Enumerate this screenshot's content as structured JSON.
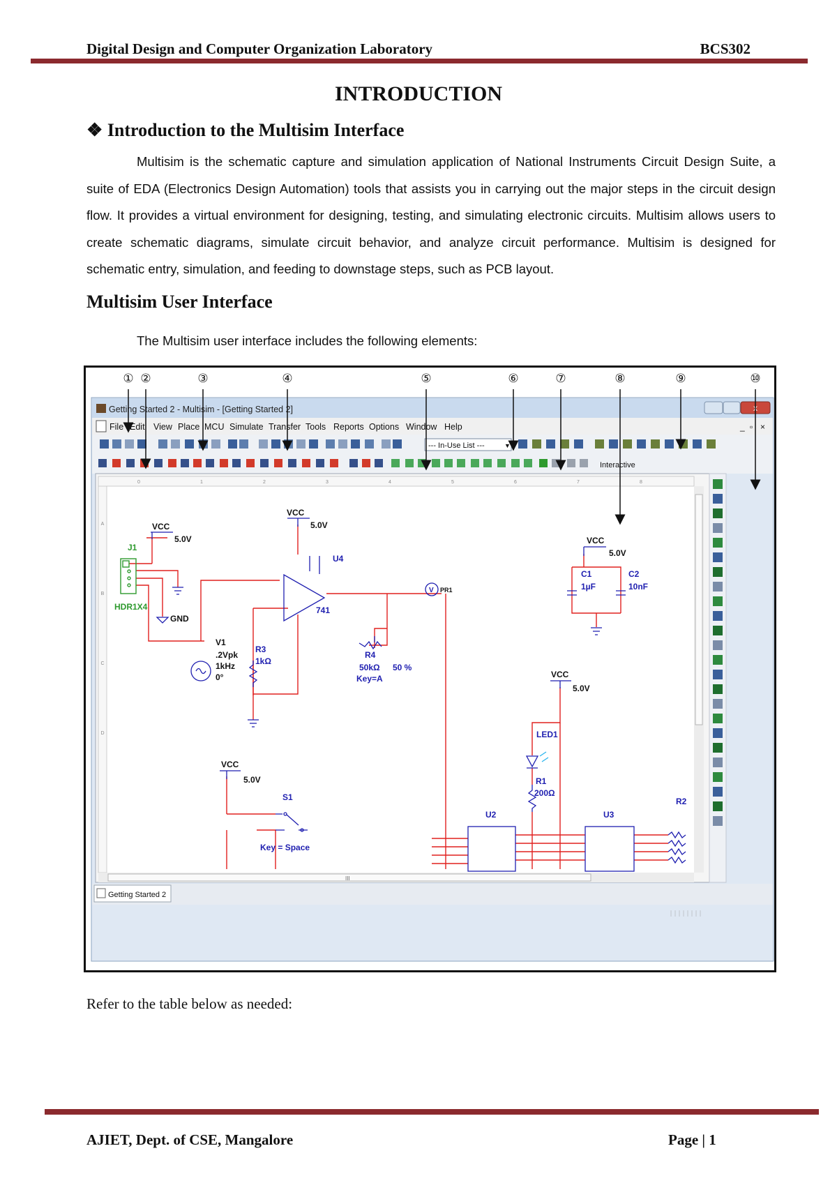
{
  "header": {
    "left": "Digital Design and Computer Organization Laboratory",
    "right": "BCS302"
  },
  "title": "INTRODUCTION",
  "section1": {
    "bullet": "❖",
    "heading": "Introduction to the Multisim Interface"
  },
  "paragraph1": "Multisim is the schematic capture and simulation application of National Instruments Circuit Design Suite, a suite of EDA (Electronics Design Automation) tools that assists you in carrying out the major steps in the circuit design flow. It provides a virtual environment for designing, testing, and simulating electronic circuits. Multisim allows users to create schematic diagrams, simulate circuit behavior, and analyze circuit performance. Multisim is designed for schematic entry, simulation, and feeding to downstage steps, such as PCB layout.",
  "section2": {
    "heading": "Multisim User Interface"
  },
  "paragraph2": "The Multisim user interface includes the following elements:",
  "figure": {
    "callouts": [
      "①",
      "②",
      "③",
      "④",
      "⑤",
      "⑥",
      "⑦",
      "⑧",
      "⑨",
      "⑩"
    ],
    "window_title": "Getting Started 2 - Multisim - [Getting Started 2]",
    "menu": [
      "File",
      "Edit",
      "View",
      "Place",
      "MCU",
      "Simulate",
      "Transfer",
      "Tools",
      "Reports",
      "Options",
      "Window",
      "Help"
    ],
    "in_use_list": "--- In-Use List ---",
    "interactive_label": "Interactive",
    "ruler": [
      "0",
      "1",
      "2",
      "3",
      "4",
      "5",
      "6",
      "7",
      "8"
    ],
    "rows": [
      "A",
      "B",
      "C",
      "D"
    ],
    "tab_label": "Getting Started 2",
    "scroll_mark": "III",
    "labels": {
      "vcc": "VCC",
      "v5": "5.0V",
      "j1": "J1",
      "hdr": "HDR1X4",
      "gnd": "GND",
      "u4": "U4",
      "op": "741",
      "pr1": "PR1",
      "probe": "V",
      "v1": "V1",
      "v1a": ".2Vpk",
      "v1b": "1kHz",
      "v1c": "0°",
      "r3": "R3",
      "r3v": "1kΩ",
      "r4": "R4",
      "r4v": "50kΩ",
      "r4p": "50 %",
      "r4k": "Key=A",
      "c1": "C1",
      "c1v": "1µF",
      "c2": "C2",
      "c2v": "10nF",
      "led": "LED1",
      "r1": "R1",
      "r1v": "200Ω",
      "s1": "S1",
      "s1k": "Key = Space",
      "u2": "U2",
      "u3": "U3",
      "r2": "R2"
    }
  },
  "paragraph3": "Refer to the table below as needed:",
  "footer": {
    "left": "AJIET, Dept. of CSE, Mangalore",
    "right": "Page | 1"
  },
  "colors": {
    "rule": "#8b2a2e",
    "wire": "#e0201e",
    "component": "#1f1fb0",
    "connector": "#2e9a2e"
  }
}
